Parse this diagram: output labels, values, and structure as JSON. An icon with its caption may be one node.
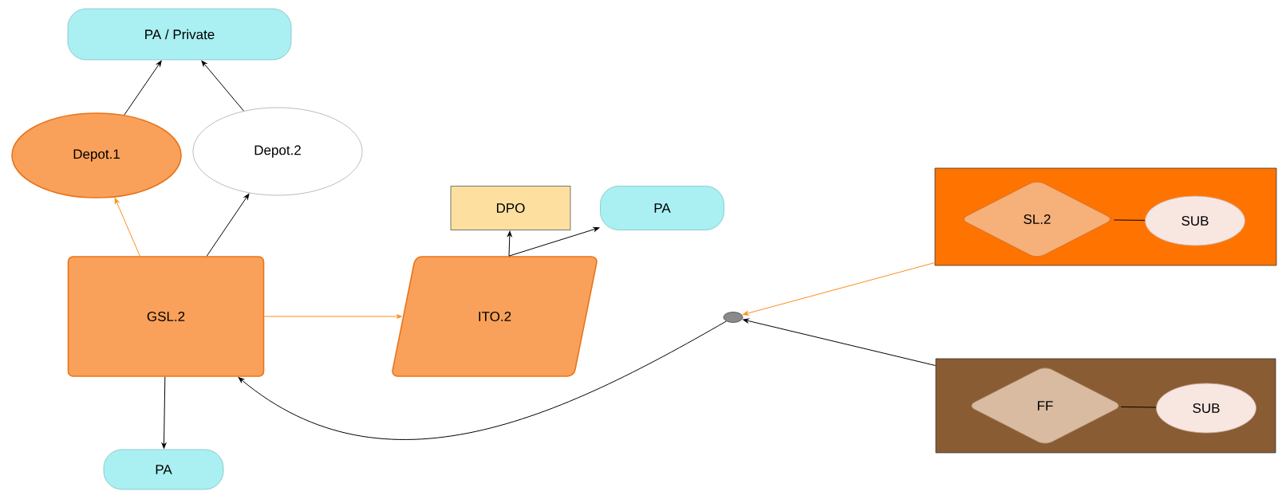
{
  "diagram": {
    "nodes": [
      {
        "text": [
          "PA / Private"
        ]
      },
      {
        "text": [
          "Depot.1"
        ]
      },
      {
        "text": [
          "Depot.2"
        ]
      },
      {
        "text": [
          "GSL.2"
        ]
      },
      {
        "text": [
          "DPO"
        ]
      },
      {
        "text": [
          "PA"
        ]
      },
      {
        "text": [
          "ITO.2"
        ]
      },
      {
        "text": [
          "PA"
        ]
      },
      {
        "text": [],
        "shape": "box"
      },
      {
        "text": [
          "SL.2"
        ],
        "in": 8
      },
      {
        "text": [
          "SUB"
        ],
        "in": 8
      },
      {
        "text": [],
        "shape": "box"
      },
      {
        "text": [
          "FF"
        ],
        "in": 11
      },
      {
        "text": [
          "SUB"
        ],
        "in": 11
      },
      {
        "text": [],
        "shape": "circle"
      }
    ],
    "edges": [
      {
        "from": 1,
        "to": 0,
        "arrow": "to"
      },
      {
        "from": 2,
        "to": 0,
        "arrow": "to"
      },
      {
        "from": 3,
        "to": 1,
        "arrow": "to",
        "color": "#ff8c1a"
      },
      {
        "from": 3,
        "to": 2,
        "arrow": "to"
      },
      {
        "from": 3,
        "to": 6,
        "arrow": "to",
        "color": "#ff8c1a"
      },
      {
        "from": 6,
        "to": 4,
        "arrow": "to"
      },
      {
        "from": 6,
        "to": 5,
        "arrow": "to"
      },
      {
        "from": 3,
        "to": 7,
        "arrow": "to"
      },
      {
        "from": 9,
        "to": 10,
        "arrow": "none"
      },
      {
        "from": 12,
        "to": 13,
        "arrow": "none"
      },
      {
        "from": 8,
        "to": 14,
        "arrow": "to",
        "color": "#ff8c1a"
      },
      {
        "from": 11,
        "to": 14,
        "arrow": "to"
      },
      {
        "from": 14,
        "to": 3,
        "arrow": "to"
      }
    ]
  }
}
